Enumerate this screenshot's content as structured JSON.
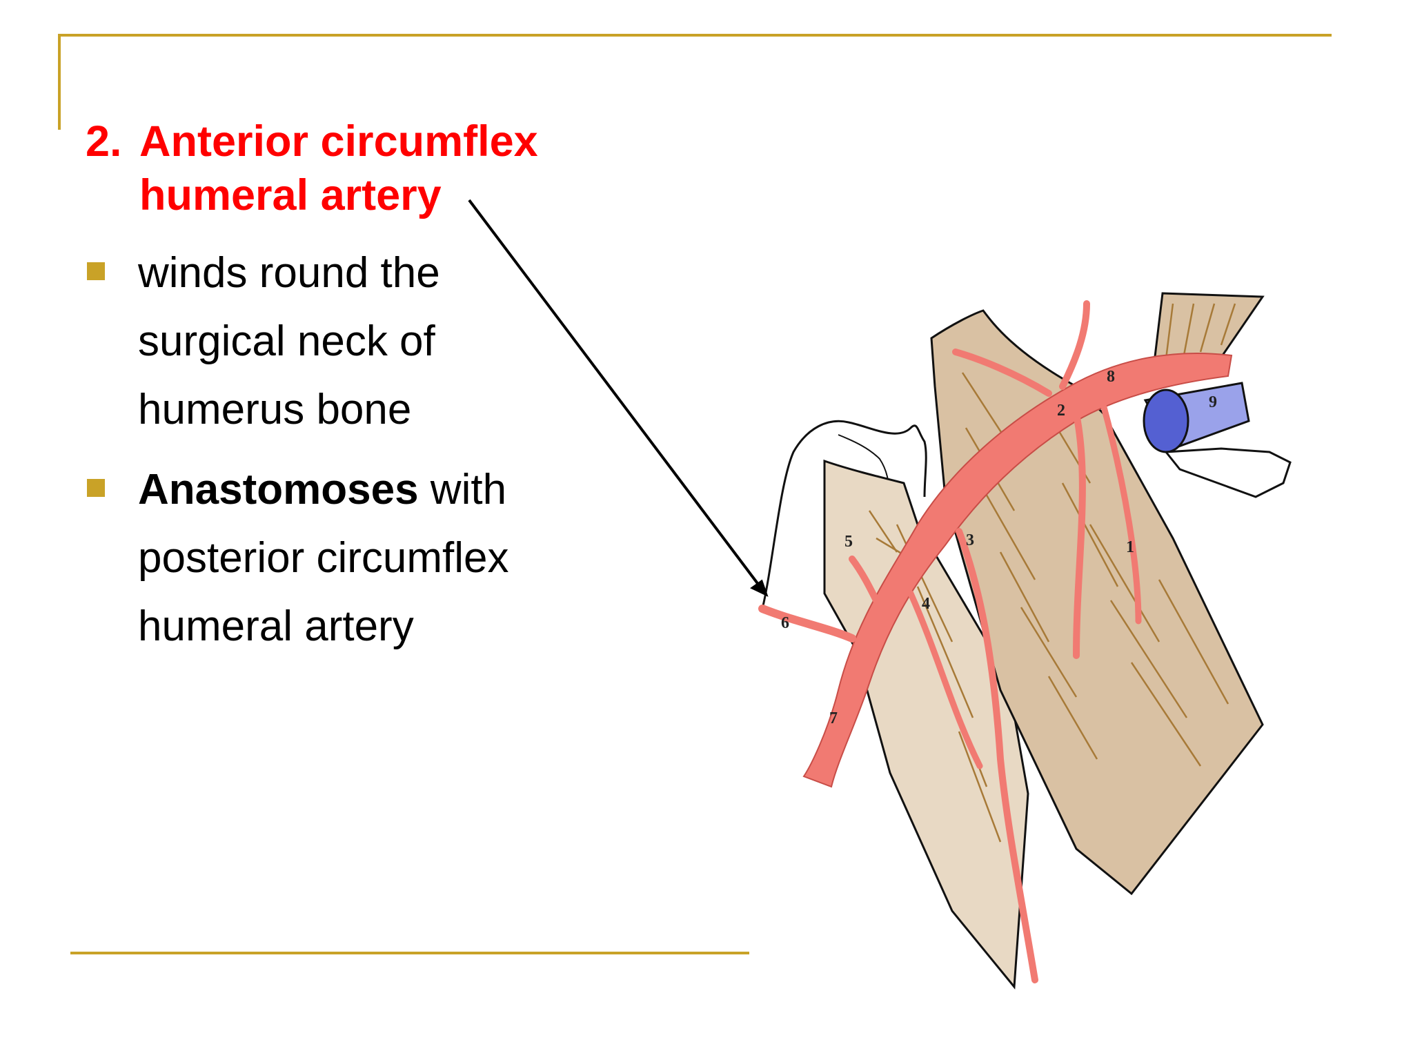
{
  "slide": {
    "title": {
      "number": "2.",
      "line1": "Anterior  circumflex",
      "line2": "humeral artery"
    },
    "bullets": [
      {
        "lines": [
          "winds round the",
          "surgical neck of",
          "humerus bone"
        ]
      },
      {
        "bold": "Anastomoses",
        "rest": " with",
        "lines": [
          "posterior circumflex",
          "humeral artery"
        ]
      }
    ]
  },
  "diagram": {
    "labels": [
      "1",
      "2",
      "3",
      "4",
      "5",
      "6",
      "7",
      "8",
      "9"
    ]
  },
  "colors": {
    "accent": "#c9a227",
    "title": "#ff0000",
    "artery": "#f17a72",
    "muscle": "#d9c1a3",
    "bone": "#9aa2ea"
  }
}
